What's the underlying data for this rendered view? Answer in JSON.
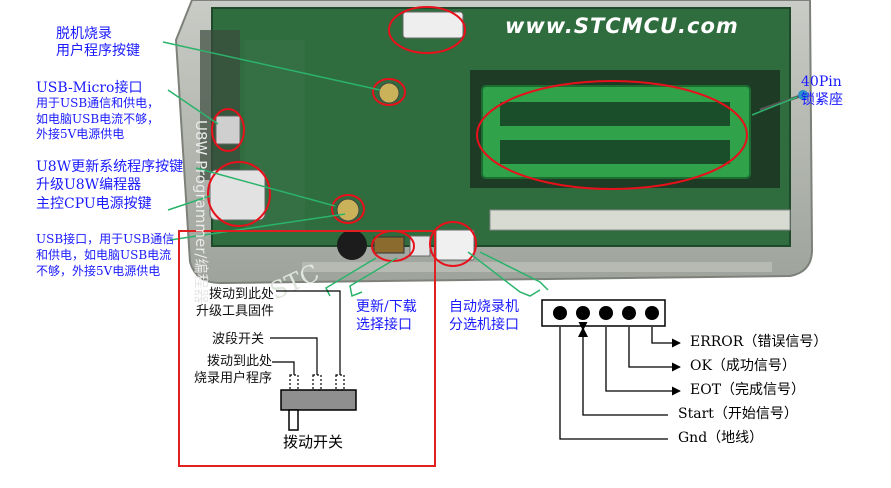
{
  "photo": {
    "brand_text": "www.STCMCU.com",
    "board_text": "U8W Programmer/编程器"
  },
  "annotations": {
    "offline_button": "脱机烧录\n用户程序按键",
    "usb_micro": "USB-Micro接口",
    "usb_micro_desc": "用于USB通信和供电，\n如电脑USB电流不够，\n外接5V电源供电",
    "update_button": "U8W更新系统程序按键\n升级U8W编程器\n主控CPU电源按键",
    "usb_port": "USB接口，用于USB通信\n和供电，如电脑USB电流\n不够，外接5V电源供电",
    "socket_40pin": "40Pin\n锁紧座",
    "select_port": "更新/下载\n选择接口",
    "auto_port": "自动烧录机\n分选机接口"
  },
  "switch_diagram": {
    "pos_firmware": "拨动到此处\n升级工具固件",
    "band_switch": "波段开关",
    "pos_user": "拨动到此处\n烧录用户程序",
    "caption": "拨动开关"
  },
  "signals": {
    "error": "ERROR（错误信号）",
    "ok": "OK（成功信号）",
    "eot": "EOT（完成信号）",
    "start": "Start（开始信号）",
    "gnd": "Gnd（地线）"
  },
  "colors": {
    "label_blue": "#1a1aff",
    "ellipse_red": "#e8101a",
    "box_red": "#e02020",
    "arrow_green": "#2bb36b"
  }
}
